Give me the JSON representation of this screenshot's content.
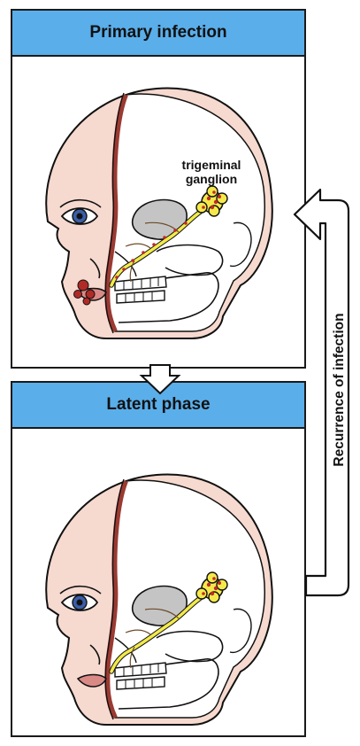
{
  "panels": {
    "top": {
      "title": "Primary infection",
      "ganglion_label_line1": "trigeminal",
      "ganglion_label_line2": "ganglion"
    },
    "bottom": {
      "title": "Latent phase"
    }
  },
  "cycle": {
    "label": "Recurrence of infection"
  },
  "colors": {
    "header_fill": "#5aaeea",
    "skin": "#f6d9cf",
    "skin_cut_edge": "#9b3a32",
    "nerve": "#f3ea4a",
    "ganglion_dots": "#c3282b",
    "lesion": "#b02a26",
    "lip": "#d98a86",
    "iris": "#3b5ea8",
    "eye_socket": "#c4c4c4"
  },
  "icons": {
    "down_arrow": "hollow-down-arrow-icon",
    "cycle_arrow": "hollow-curved-arrow-icon"
  }
}
